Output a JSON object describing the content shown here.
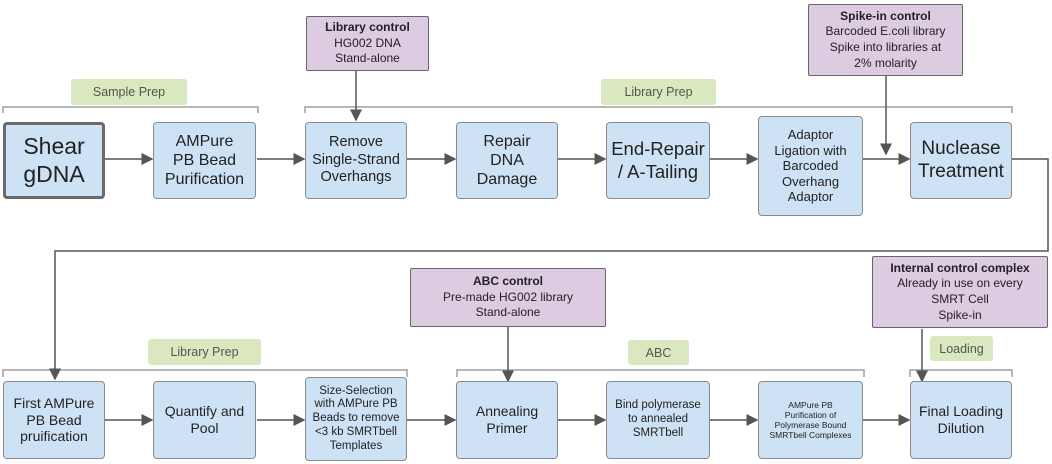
{
  "sections": {
    "sample_prep": "Sample Prep",
    "library_prep_top": "Library Prep",
    "library_prep_bottom": "Library Prep",
    "abc": "ABC",
    "loading": "Loading"
  },
  "controls": {
    "library_control": {
      "title": "Library control",
      "body": "HG002 DNA\nStand-alone"
    },
    "spike_in_control": {
      "title": "Spike-in control",
      "body": "Barcoded E.coli library\nSpike into libraries at\n2% molarity"
    },
    "abc_control": {
      "title": "ABC control",
      "body": "Pre-made HG002 library\nStand-alone"
    },
    "internal_control": {
      "title": "Internal control complex",
      "body": "Already in use on every\nSMRT Cell\nSpike-in"
    }
  },
  "steps": {
    "shear": "Shear\ngDNA",
    "ampure1": "AMPure\nPB Bead\nPurification",
    "remove_overhangs": "Remove\nSingle-Strand\nOverhangs",
    "repair": "Repair\nDNA\nDamage",
    "end_repair": "End-Repair\n/ A-Tailing",
    "adaptor": "Adaptor\nLigation with\nBarcoded\nOverhang\nAdaptor",
    "nuclease": "Nuclease\nTreatment",
    "first_ampure": "First AMPure\nPB Bead\npruification",
    "quantify": "Quantify and\nPool",
    "size_selection": "Size-Selection\nwith AMPure PB\nBeads to remove\n<3 kb SMRTbell\nTemplates",
    "annealing": "Annealing\nPrimer",
    "bind": "Bind polymerase\nto annealed\nSMRTbell",
    "ampure_complexes": "AMPure PB\nPurification of\nPolymerase Bound\nSMRTbell Complexes",
    "final": "Final Loading\nDilution"
  }
}
